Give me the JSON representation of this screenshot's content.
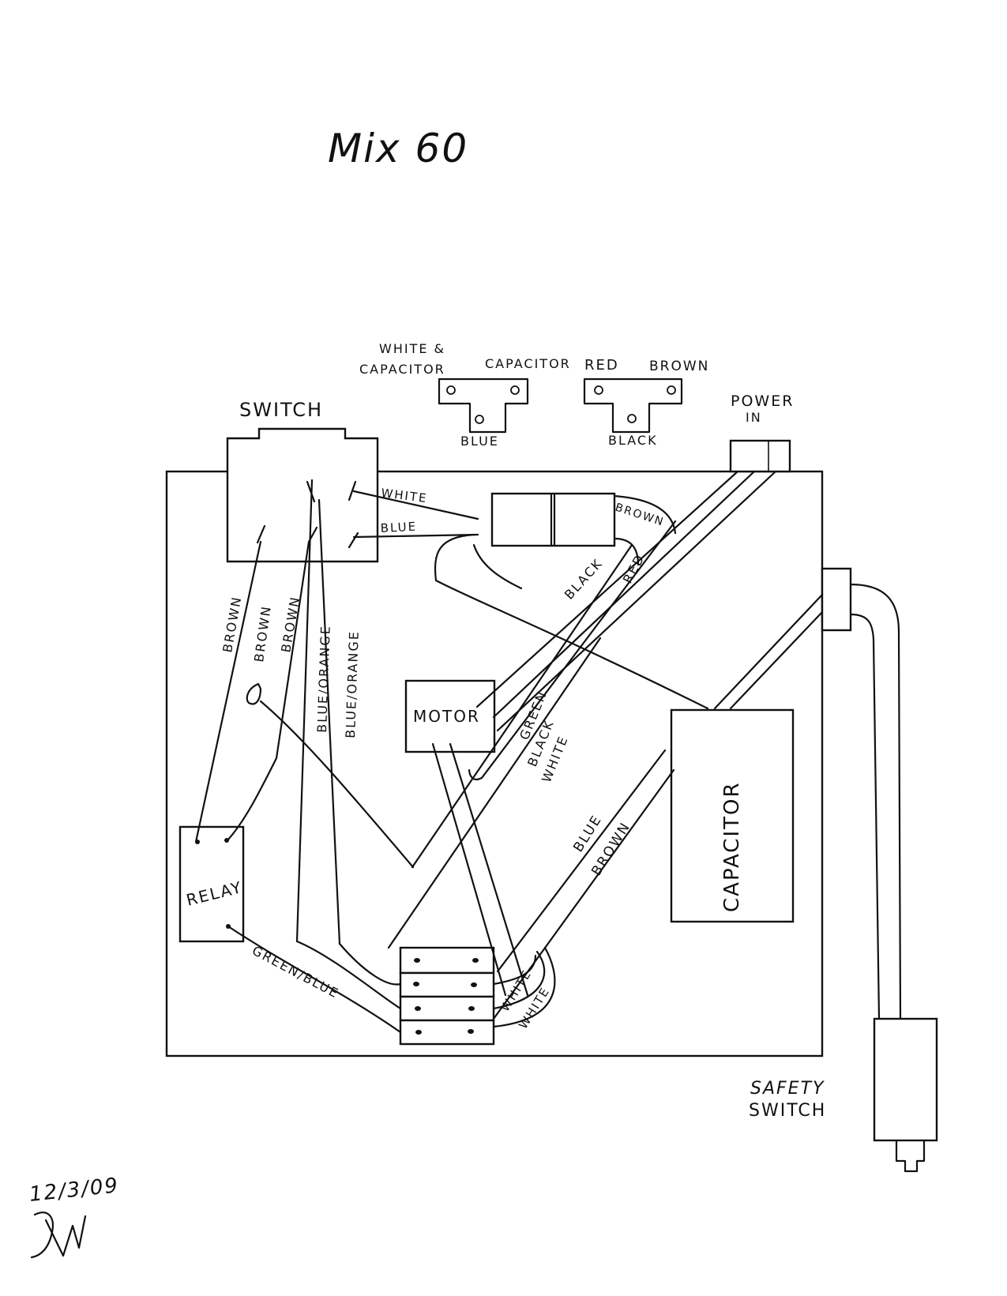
{
  "title": "Mix 60",
  "terminal_blocks": [
    {
      "left_label_top": "WHITE &",
      "left_label": "CAPACITOR",
      "right_label": "CAPACITOR",
      "bottom_label": "BLUE"
    },
    {
      "left_label": "RED",
      "right_label": "BROWN",
      "bottom_label": "BLACK"
    }
  ],
  "components": {
    "switch": "SWITCH",
    "power_in_line1": "POWER",
    "power_in_line2": "IN",
    "motor": "MOTOR",
    "relay": "RELAY",
    "capacitor": "CAPACITOR",
    "safety_switch_line1": "SAFETY",
    "safety_switch_line2": "SWITCH"
  },
  "wire_labels": {
    "white_top": "WHITE",
    "blue_top": "BLUE",
    "brown_top": "BROWN",
    "black_diag": "BLACK",
    "red_diag": "RED",
    "brown_1": "BROWN",
    "brown_2": "BROWN",
    "brown_3": "BROWN",
    "blue_orange_1": "BLUE/ORANGE",
    "blue_orange_2": "BLUE/ORANGE",
    "green": "GREEN",
    "black_mid": "BLACK",
    "white_mid": "WHITE",
    "blue_low": "BLUE",
    "brown_low": "BROWN",
    "green_blue": "GREEN/BLUE",
    "white_bottom_1": "WHITE",
    "white_bottom_2": "WHITE"
  },
  "date": "12/3/09"
}
